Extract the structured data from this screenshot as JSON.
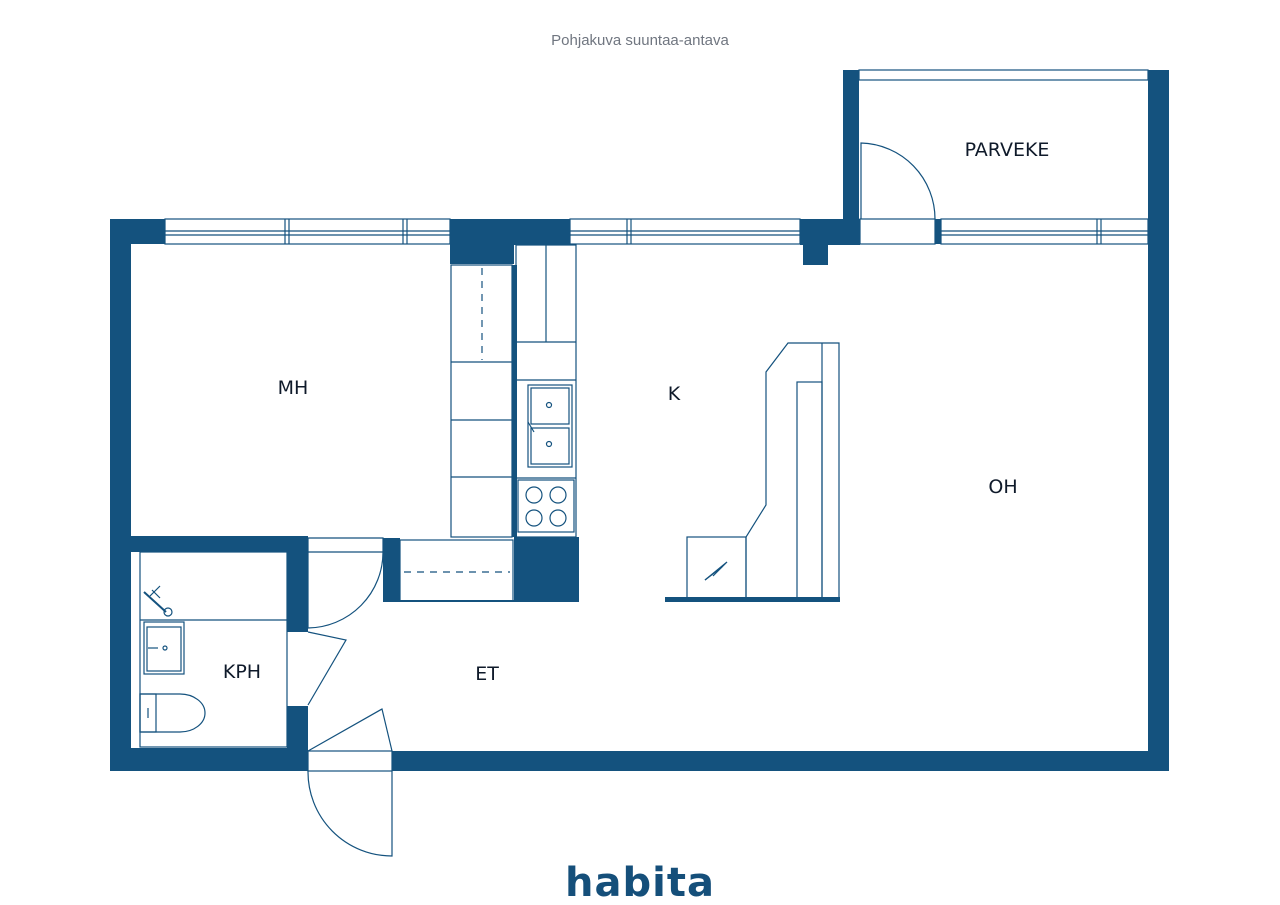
{
  "caption": "Pohjakuva suuntaa-antava",
  "rooms": {
    "mh": "MH",
    "k": "K",
    "oh": "OH",
    "kph": "KPH",
    "et": "ET",
    "parveke": "PARVEKE"
  },
  "logo": "habita",
  "colors": {
    "wall": "#14527e",
    "text": "#0f1a2a",
    "caption": "#707680"
  }
}
